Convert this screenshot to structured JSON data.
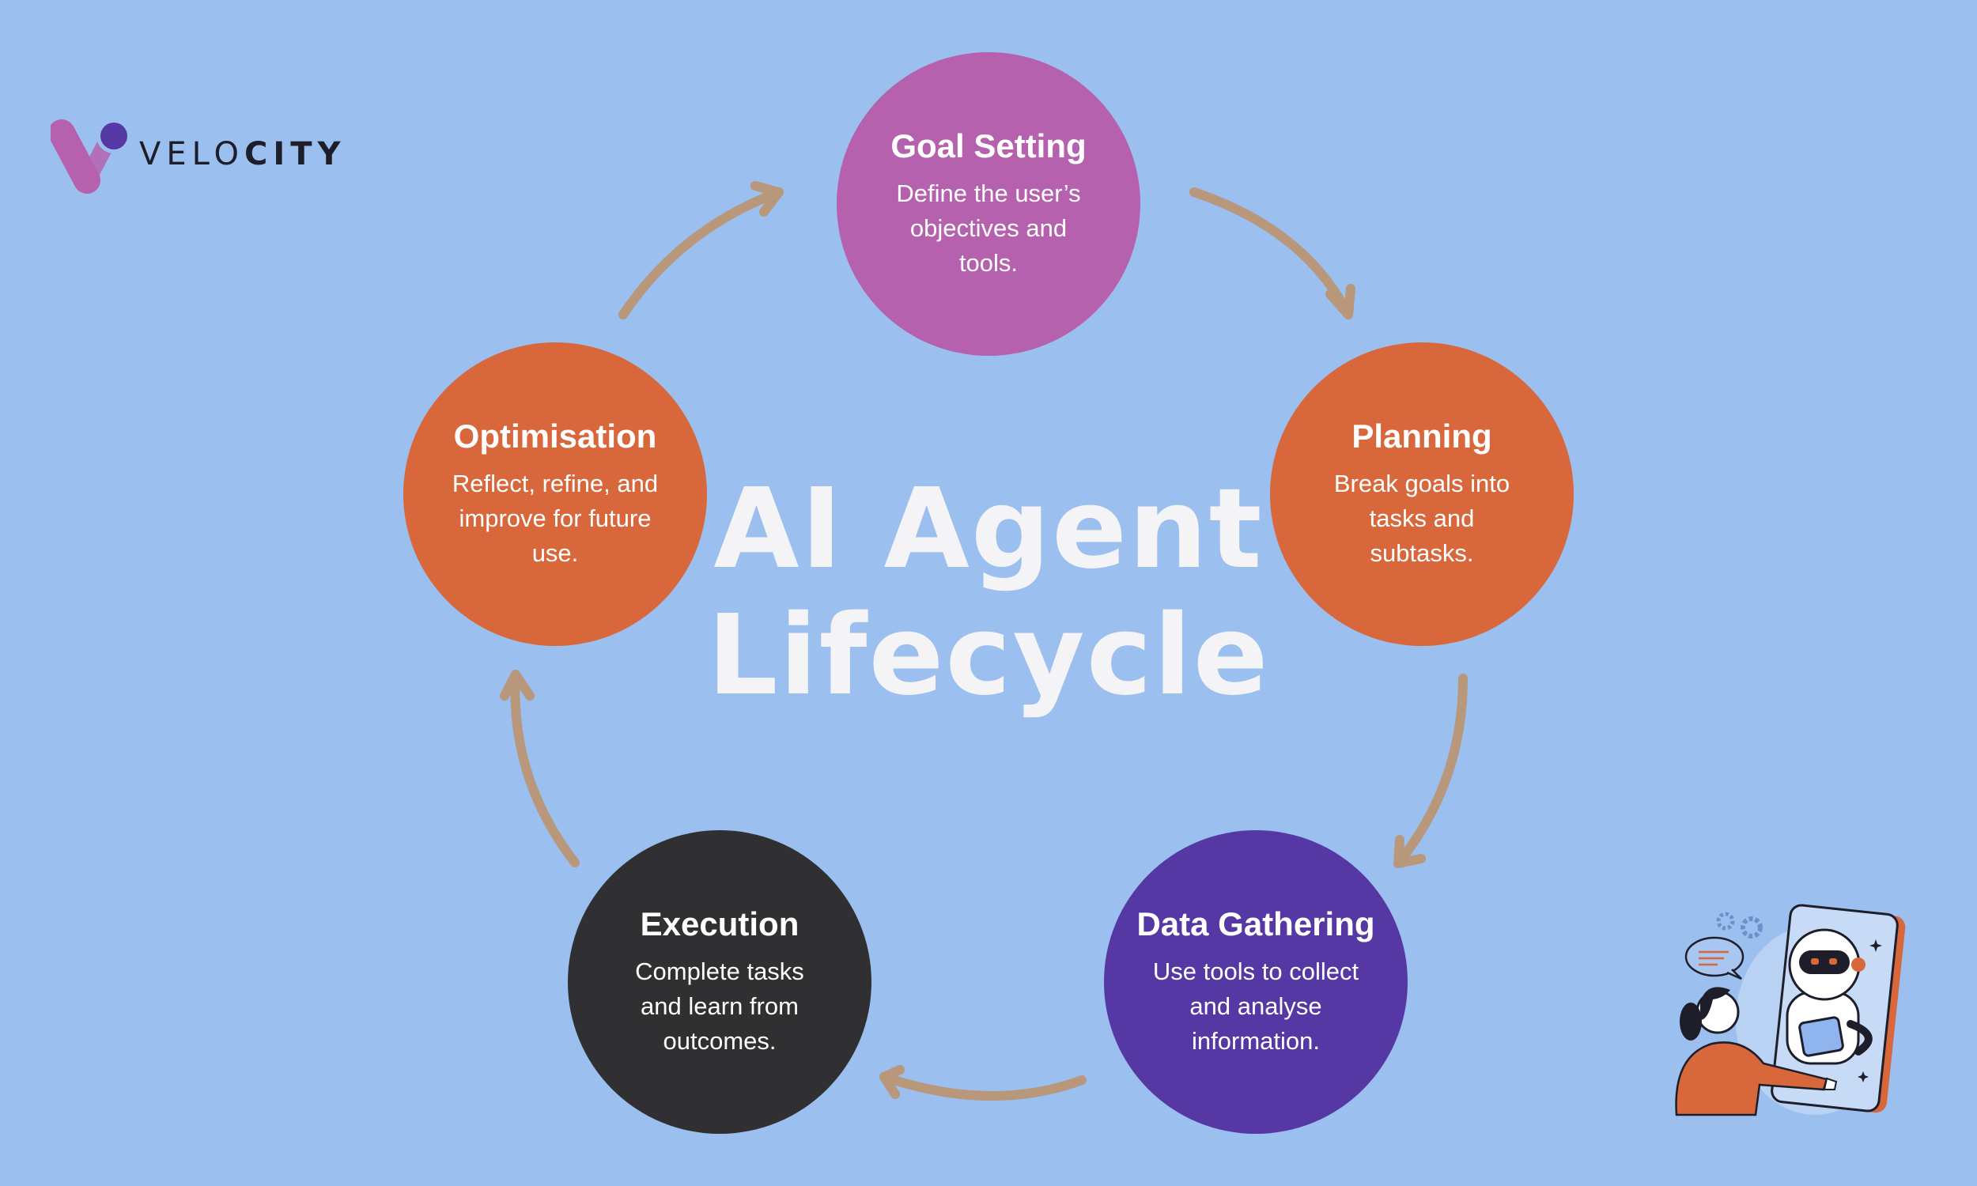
{
  "brand": {
    "name_light": "VELO",
    "name_bold": "CITY"
  },
  "title": {
    "line1": "AI Agent",
    "line2": "Lifecycle"
  },
  "nodes": {
    "goal": {
      "title": "Goal Setting",
      "desc": "Define the user’s objectives and tools."
    },
    "planning": {
      "title": "Planning",
      "desc": "Break goals into tasks and subtasks."
    },
    "data": {
      "title": "Data Gathering",
      "desc": "Use tools to collect and analyse information."
    },
    "execution": {
      "title": "Execution",
      "desc": "Complete tasks and learn from outcomes."
    },
    "optimisation": {
      "title": "Optimisation",
      "desc": "Reflect, refine, and improve for future use."
    }
  },
  "colors": {
    "background": "#9BBFEE",
    "goal": "#B561AE",
    "planning": "#D8683C",
    "data": "#5538A4",
    "execution": "#303033",
    "optimisation": "#D8683C",
    "arrow": "#B8977A",
    "title": "#F4F4F6"
  }
}
